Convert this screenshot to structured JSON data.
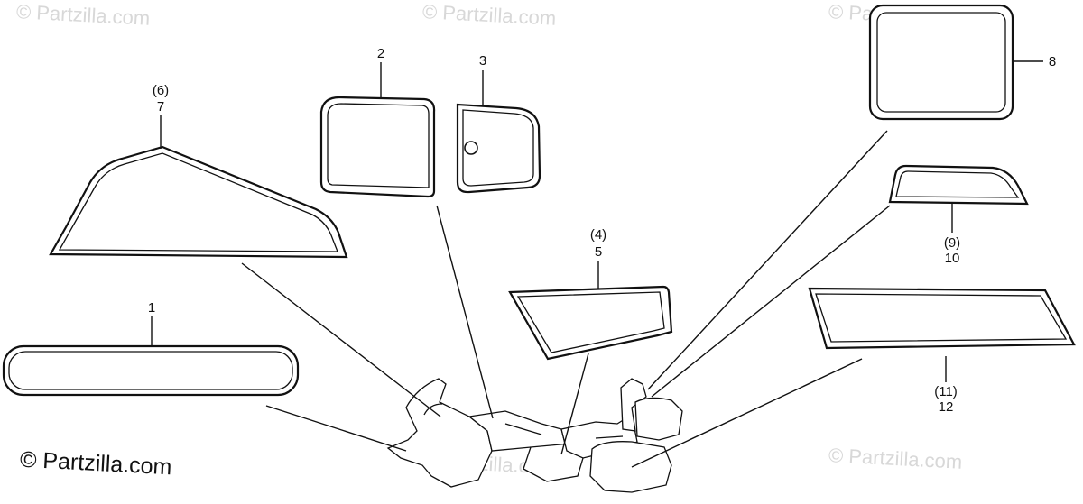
{
  "watermark": {
    "text": "© Partzilla.com",
    "corner_text": "© Partzilla.com"
  },
  "callouts": {
    "p1": "1",
    "p2": "2",
    "p3": "3",
    "p4_alt": "(4)",
    "p5": "5",
    "p6_alt": "(6)",
    "p7": "7",
    "p8": "8",
    "p9_alt": "(9)",
    "p10": "10",
    "p11_alt": "(11)",
    "p12": "12"
  }
}
